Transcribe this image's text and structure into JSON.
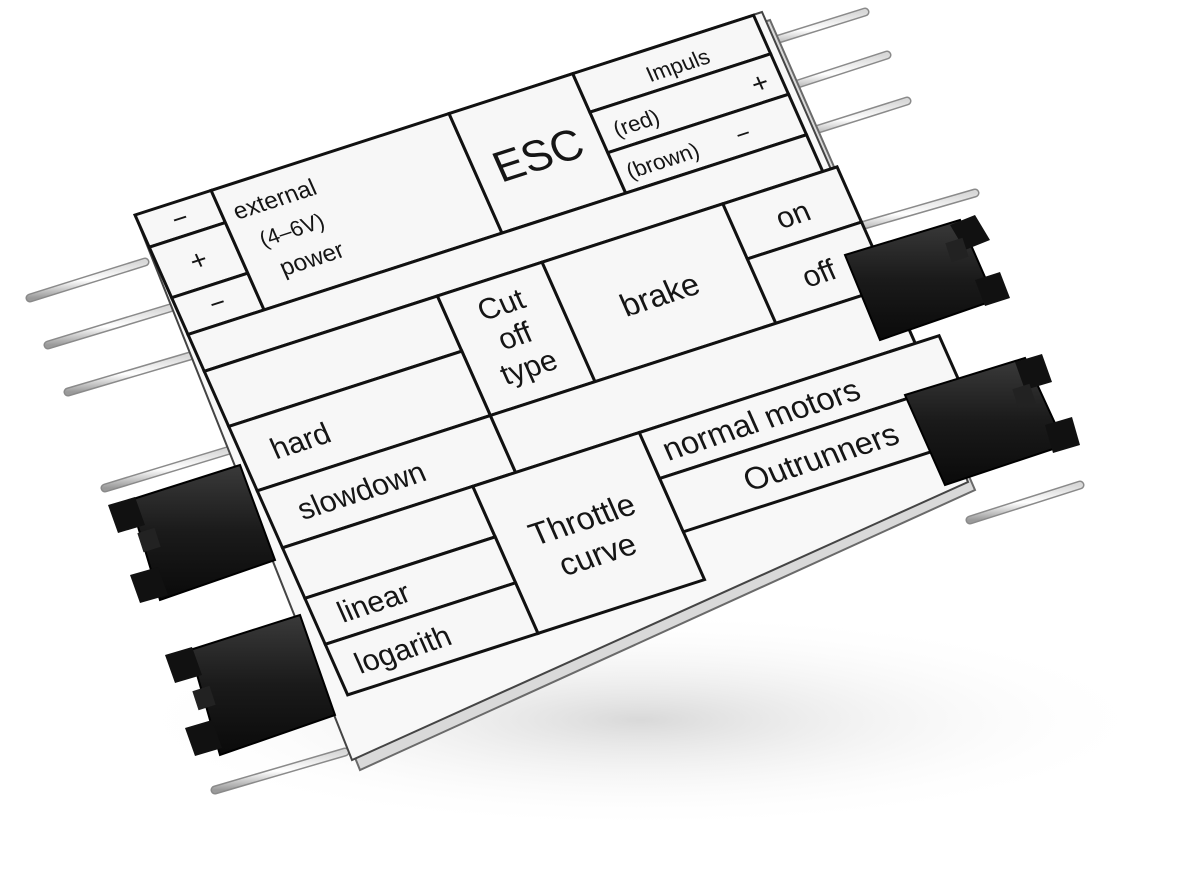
{
  "labels": {
    "power_minus_top": "−",
    "power_plus": "+",
    "power_minus_bottom": "−",
    "external": "external",
    "voltage": "(4–6V)",
    "power": "power",
    "esc": "ESC",
    "impuls": "Impuls",
    "red": "(red)",
    "red_sign": "+",
    "brown": "(brown)",
    "brown_sign": "−",
    "on": "on",
    "off": "off",
    "brake": "brake",
    "cut": "Cut",
    "off_word": "off",
    "type": "type",
    "hard": "hard",
    "slowdown": "slowdown",
    "normal_motors": "normal motors",
    "outrunners": "Outrunners",
    "throttle": "Throttle",
    "curve": "curve",
    "linear": "linear",
    "logarith": "logarith"
  }
}
